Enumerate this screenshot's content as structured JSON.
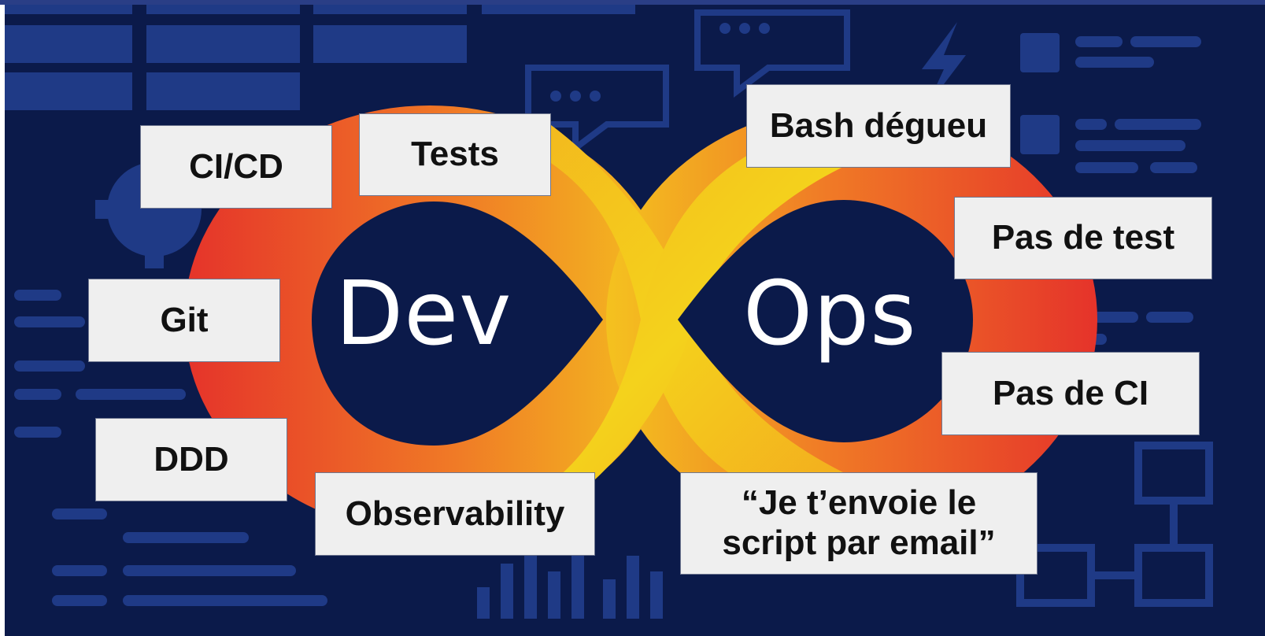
{
  "center": {
    "dev": "Dev",
    "ops": "Ops"
  },
  "dev_practices": {
    "cicd": "CI/CD",
    "tests": "Tests",
    "git": "Git",
    "ddd": "DDD",
    "observability": "Observability"
  },
  "ops_practices": {
    "bash": "Bash dégueu",
    "no_test": "Pas de test",
    "no_ci": "Pas de CI",
    "email_line1": "“Je t’envoie le",
    "email_line2": "script par email”"
  },
  "colors": {
    "background": "#0b1a4a",
    "decor": "#1f3a86",
    "loop_red": "#e5332a",
    "loop_orange": "#f07a26",
    "loop_yellow": "#f4c21f",
    "label_bg": "#efefef"
  },
  "icons": [
    "server-rack-icon",
    "chat-bubble-icon",
    "lightning-icon",
    "gear-icon",
    "flowchart-icon",
    "bar-chart-icon",
    "text-lines-icon",
    "devops-infinity-loop"
  ]
}
